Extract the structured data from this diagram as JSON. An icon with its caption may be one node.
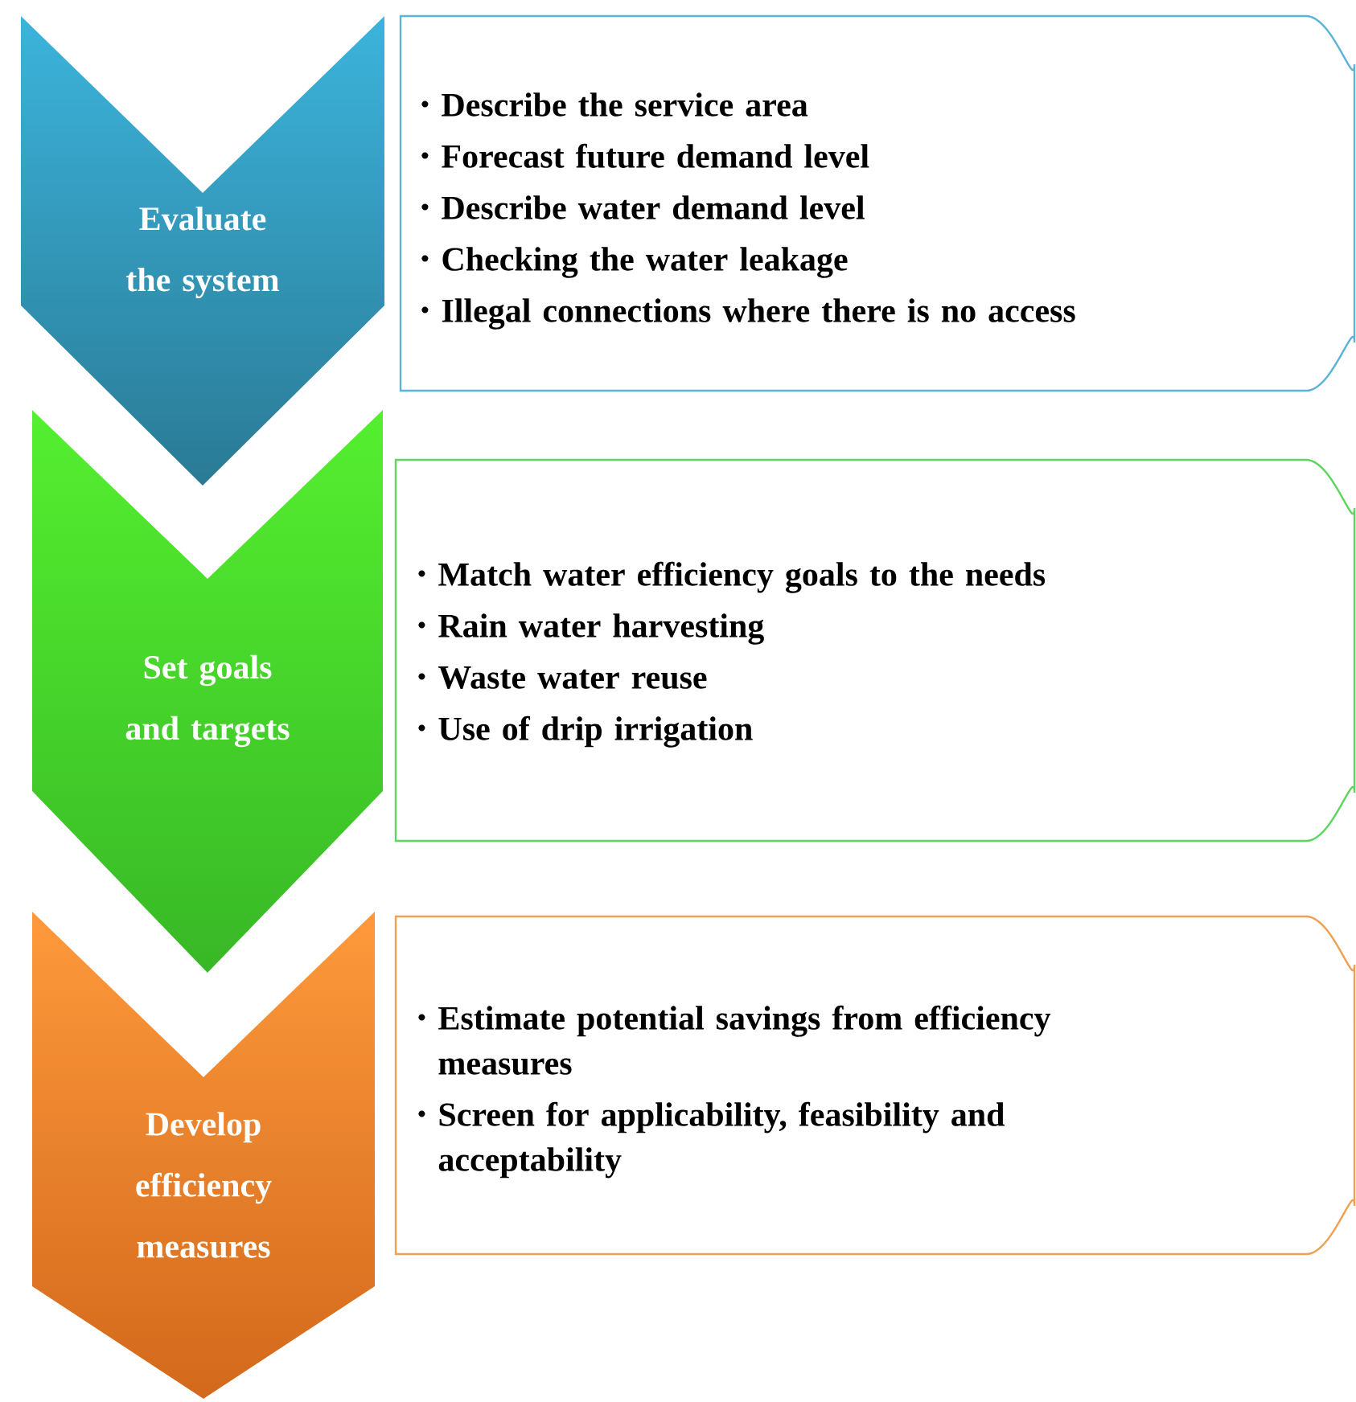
{
  "diagram": {
    "nodes": [
      {
        "text": [
          "Evaluate the system"
        ]
      },
      {
        "text": [
          "Describe the service area",
          "Forecast future demand level",
          "Describe water demand level",
          "Checking the water leakage",
          "Illegal connections where there is no access"
        ]
      },
      {
        "text": [
          "Set goals and targets"
        ]
      },
      {
        "text": [
          "Match water efficiency goals to the needs",
          "Rain water harvesting",
          "Waste water reuse",
          "Use of drip irrigation"
        ]
      },
      {
        "text": [
          "Develop efficiency measures"
        ]
      },
      {
        "text": [
          "Estimate potential savings from efficiency measures",
          "Screen for applicability, feasibility and acceptability"
        ]
      }
    ]
  }
}
